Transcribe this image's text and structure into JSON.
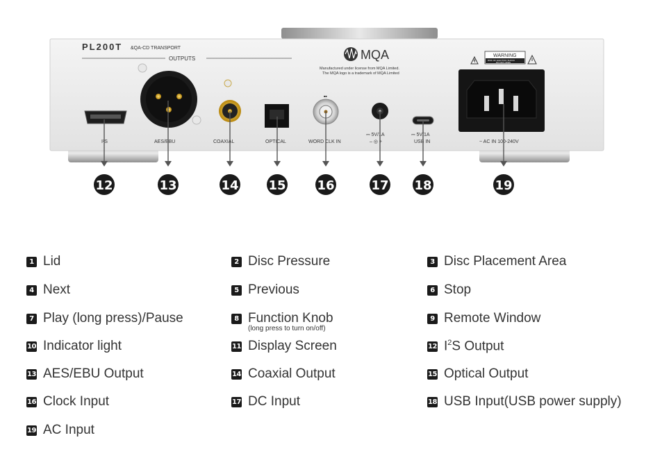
{
  "device": {
    "model": "PL200T",
    "model_subtitle": "&QA-CD TRANSPORT",
    "outputs_heading": "OUTPUTS",
    "mqa_brand": "MQA",
    "mqa_notice_line1": "Manufactured under license from MQA Limited.",
    "mqa_notice_line2": "The MQA logo is a trademark of MQA Limited",
    "warning_title": "WARNING",
    "warning_line1": "RISK OF ELECTRIC SHOCK",
    "warning_line2": "DO NOT OPEN",
    "ports": {
      "i2s": "I²S",
      "aes": "AES/EBU",
      "coaxial": "COAXIAL",
      "optical": "OPTICAL",
      "word_clock": "WORD CLK IN",
      "word_clock_top": "■■",
      "dc_rating": "⎓ 5V/1A",
      "dc_polarity": "– ◎ +",
      "usb_rating": "⎓ 5V/1A",
      "usb_label": "USB IN",
      "ac_label": "~ AC IN 100-240V"
    }
  },
  "callouts": [
    "12",
    "13",
    "14",
    "15",
    "16",
    "17",
    "18",
    "19"
  ],
  "legend": {
    "rows": [
      [
        {
          "num": "1",
          "label": "Lid"
        },
        {
          "num": "2",
          "label": "Disc Pressure"
        },
        {
          "num": "3",
          "label": "Disc Placement Area"
        }
      ],
      [
        {
          "num": "4",
          "label": "Next"
        },
        {
          "num": "5",
          "label": "Previous"
        },
        {
          "num": "6",
          "label": "Stop"
        }
      ],
      [
        {
          "num": "7",
          "label": "Play (long press)/Pause"
        },
        {
          "num": "8",
          "label": "Function Knob",
          "sub": "(long press to turn on/off)"
        },
        {
          "num": "9",
          "label": "Remote Window"
        }
      ],
      [
        {
          "num": "10",
          "label": "Indicator light"
        },
        {
          "num": "11",
          "label": "Display Screen"
        },
        {
          "num": "12",
          "label_pre": "I",
          "label_sup": "2",
          "label_post": "S Output"
        }
      ],
      [
        {
          "num": "13",
          "label": "AES/EBU Output"
        },
        {
          "num": "14",
          "label": "Coaxial Output"
        },
        {
          "num": "15",
          "label": "Optical Output"
        }
      ],
      [
        {
          "num": "16",
          "label": "Clock Input"
        },
        {
          "num": "17",
          "label": "DC Input"
        },
        {
          "num": "18",
          "label": "USB Input(USB power supply)"
        }
      ],
      [
        {
          "num": "19",
          "label": "AC Input"
        }
      ]
    ]
  }
}
